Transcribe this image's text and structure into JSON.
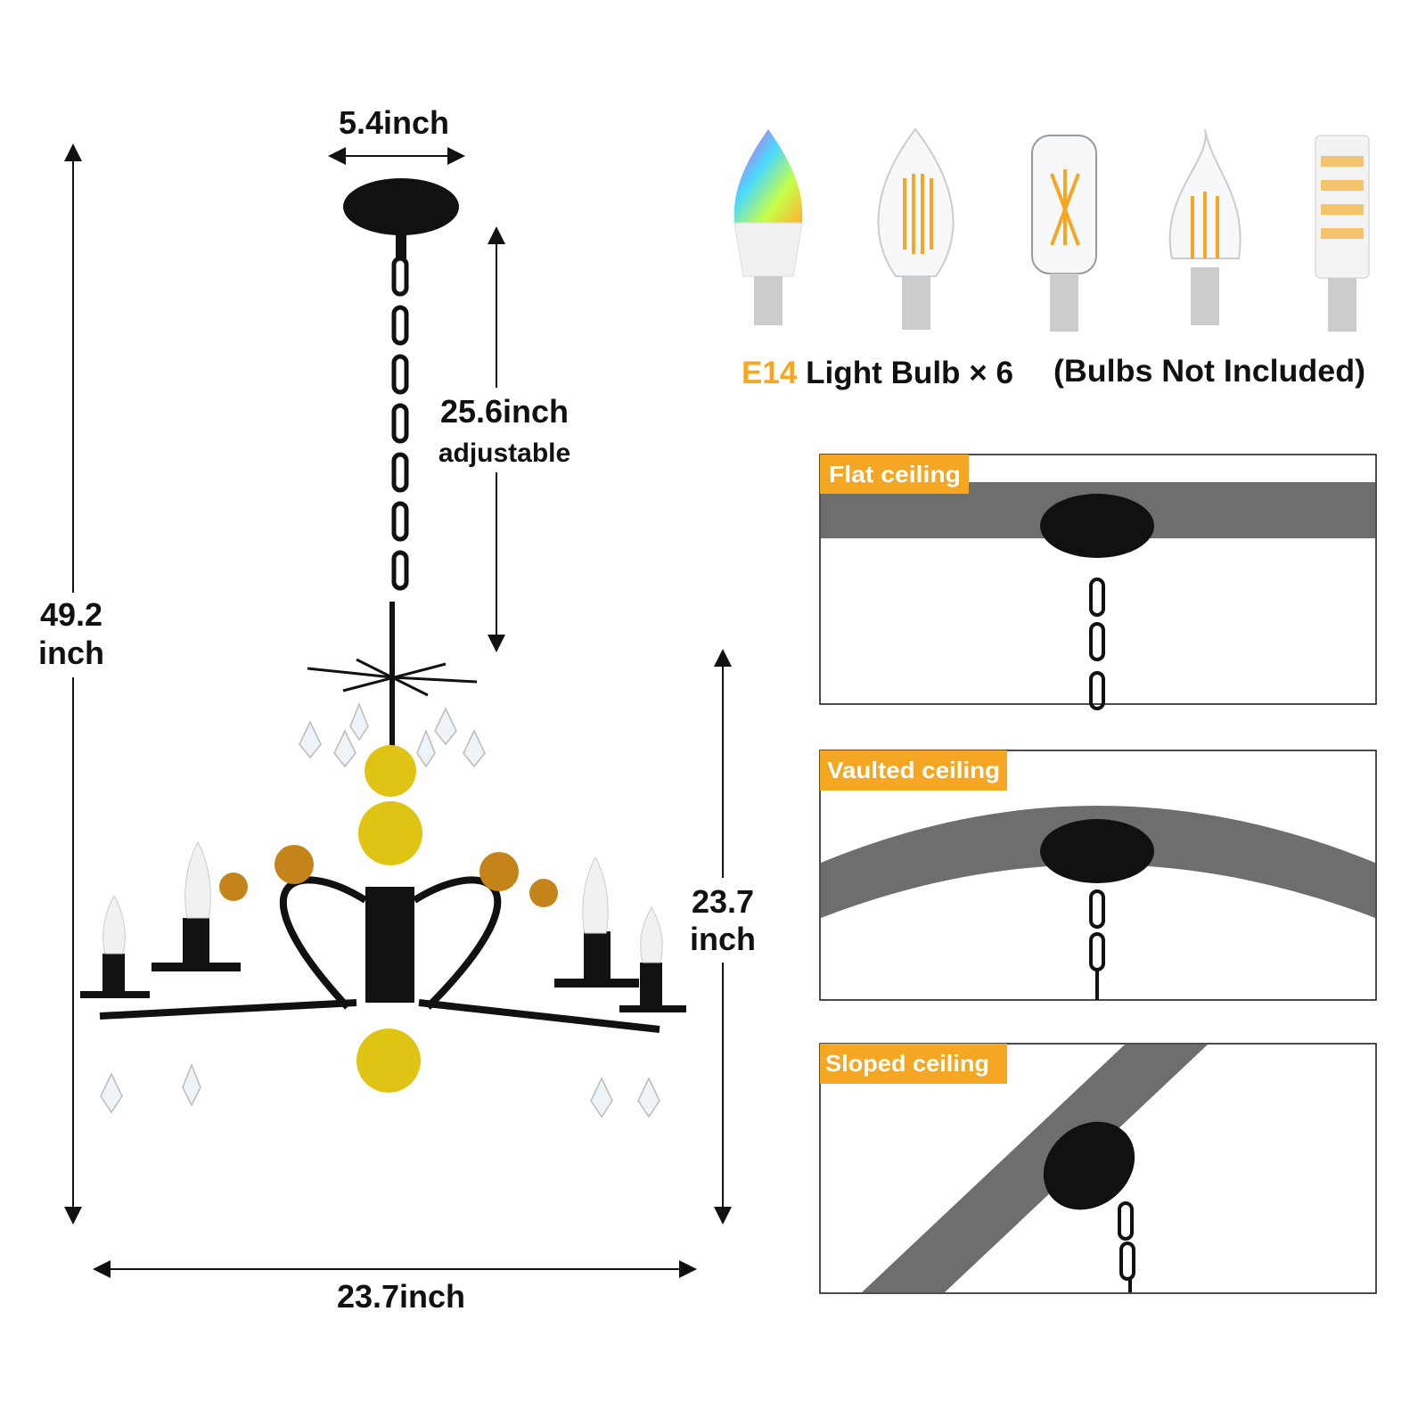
{
  "dimensions": {
    "canopy_width": "5.4inch",
    "chain_length": "25.6inch",
    "chain_note": "adjustable",
    "total_height_value": "49.2",
    "total_height_unit": "inch",
    "body_height_value": "23.7",
    "body_height_unit": "inch",
    "body_width": "23.7inch"
  },
  "bulbs": {
    "type": "E14",
    "label": "Light Bulb",
    "count": "× 6",
    "note": "(Bulbs Not Included)",
    "icons": [
      "rgb-candle-bulb-icon",
      "filament-candle-bulb-icon",
      "tubular-filament-bulb-icon",
      "flame-tip-bulb-icon",
      "corn-led-bulb-icon"
    ]
  },
  "ceilings": [
    {
      "label": "Flat  ceiling"
    },
    {
      "label": "Vaulted ceiling"
    },
    {
      "label": "Sloped ceiling"
    }
  ],
  "colors": {
    "accent": "#f5a623",
    "ceiling": "#6e6e6e",
    "metal": "#111111",
    "glass": "#e0c414"
  }
}
